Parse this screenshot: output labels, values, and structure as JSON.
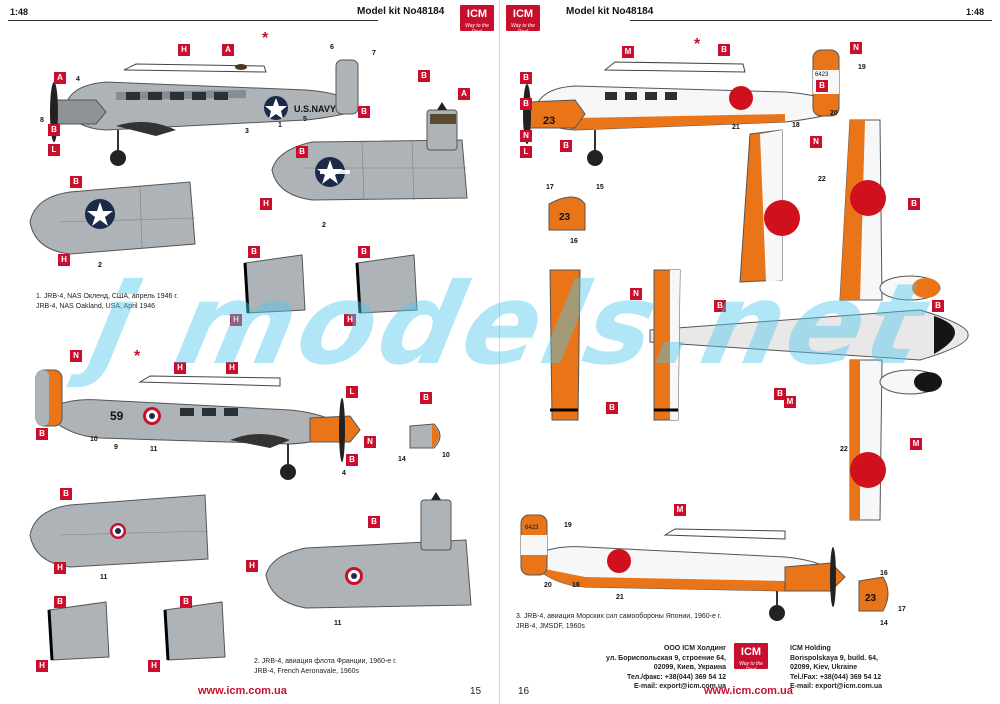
{
  "left_page": {
    "scale": "1:48",
    "kit_label": "Model kit No48184",
    "logo_text": "ICM",
    "logo_tagline": "Way to the Real",
    "caption1_ru": "1. JRB-4, NAS Окленд, США, апрель 1946 г.",
    "caption1_en": "JRB-4, NAS Oakland, USA, April 1946",
    "caption2_ru": "2. JRB-4, авиация флота Франции, 1960-е г.",
    "caption2_en": "JRB-4, French Aeronavale, 1960s",
    "url": "www.icm.com.ua",
    "page_number": "15",
    "navy_text": "U.S.NAVY",
    "tail_code": "59"
  },
  "right_page": {
    "scale": "1:48",
    "kit_label": "Model kit No48184",
    "logo_text": "ICM",
    "logo_tagline": "Way to the Real",
    "caption3_ru": "3. JRB-4, авиация Морских сил самообороны Японии, 1960-е г.",
    "caption3_en": "JRB-4, JMSDF, 1960s",
    "url": "www.icm.com.ua",
    "page_number": "16",
    "address_ru": [
      "ООО ICM Холдинг",
      "ул. Бориспольская 9, строение 64,",
      "02099, Киев, Украина",
      "Тел./факс: +38(044) 369 54 12",
      "E-mail: export@icm.com.ua"
    ],
    "address_en": [
      "ICM Holding",
      "Borispolskaya 9, build. 64,",
      "02099, Kiev, Ukraine",
      "Tel./Fax: +38(044) 369 54 12",
      "E-mail: export@icm.com.ua"
    ],
    "tail_code": "23",
    "jp_number": "6423"
  },
  "watermark": "j models.net",
  "colors": {
    "grey": "#aeb3b8",
    "grey_dark": "#8d9297",
    "orange": "#ea7418",
    "red_tag": "#c8102e",
    "white": "#f7f7f7",
    "black": "#151515",
    "japan_red": "#d0101d"
  }
}
